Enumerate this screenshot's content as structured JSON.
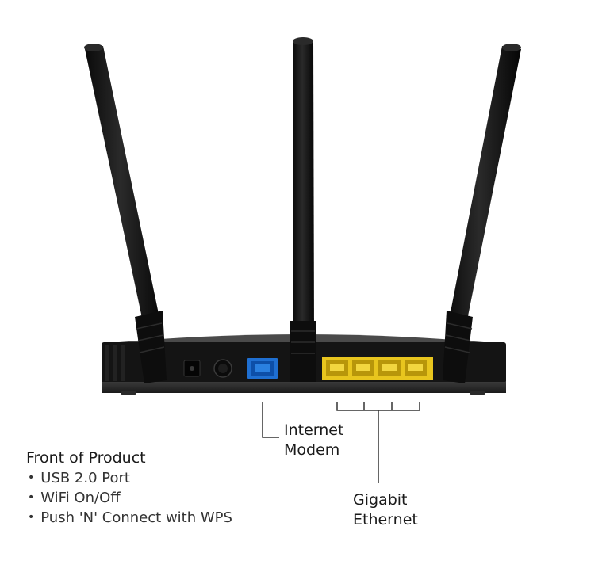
{
  "callouts": {
    "internet_line1": "Internet",
    "internet_line2": "Modem",
    "ethernet_line1": "Gigabit",
    "ethernet_line2": "Ethernet"
  },
  "front_of_product": {
    "heading": "Front of Product",
    "items": [
      "USB 2.0 Port",
      "WiFi On/Off",
      "Push 'N' Connect with WPS"
    ]
  },
  "colors": {
    "router_body": "#141414",
    "internet_port": "#1f6fd1",
    "ethernet_ports": "#e8c51e"
  }
}
